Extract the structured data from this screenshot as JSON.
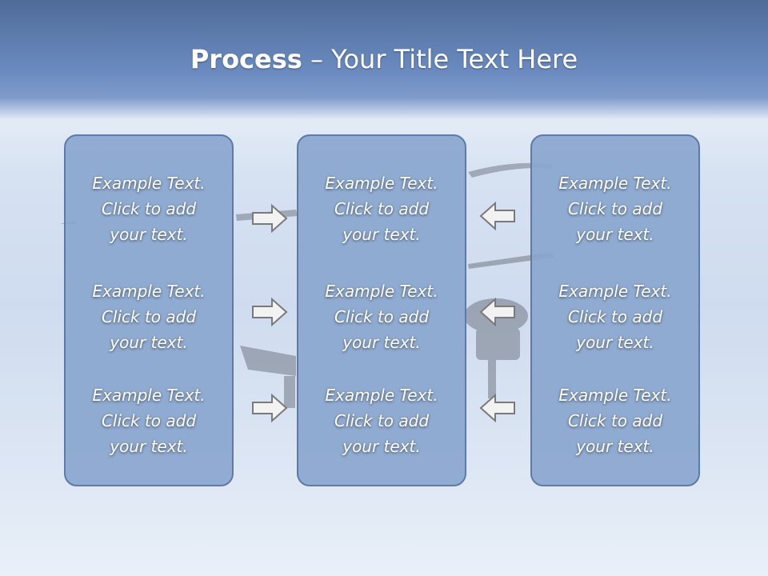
{
  "title": {
    "bold": "Process",
    "rest": " – Your Title Text Here"
  },
  "columns": [
    {
      "items": [
        {
          "line1": "Example Text.",
          "line2": "Click  to add",
          "line3": "your text."
        },
        {
          "line1": "Example Text.",
          "line2": "Click  to add",
          "line3": "your text."
        },
        {
          "line1": "Example Text.",
          "line2": "Click  to add",
          "line3": "your text."
        }
      ]
    },
    {
      "items": [
        {
          "line1": "Example Text.",
          "line2": "Click  to add",
          "line3": "your text."
        },
        {
          "line1": "Example Text.",
          "line2": "Click  to add",
          "line3": "your text."
        },
        {
          "line1": "Example Text.",
          "line2": "Click  to add",
          "line3": "your text."
        }
      ]
    },
    {
      "items": [
        {
          "line1": "Example Text.",
          "line2": "Click  to add",
          "line3": "your text."
        },
        {
          "line1": "Example Text.",
          "line2": "Click  to add",
          "line3": "your text."
        },
        {
          "line1": "Example Text.",
          "line2": "Click  to add",
          "line3": "your text."
        }
      ]
    }
  ],
  "arrows": {
    "left_group": "right-arrow-icon",
    "right_group": "left-arrow-icon"
  },
  "colors": {
    "box_fill": "#8aa6ce",
    "box_border": "#5f7aa6",
    "arrow_fill": "#f2f2f2",
    "arrow_stroke": "#7a7a7a",
    "title_text": "#ffffff"
  }
}
